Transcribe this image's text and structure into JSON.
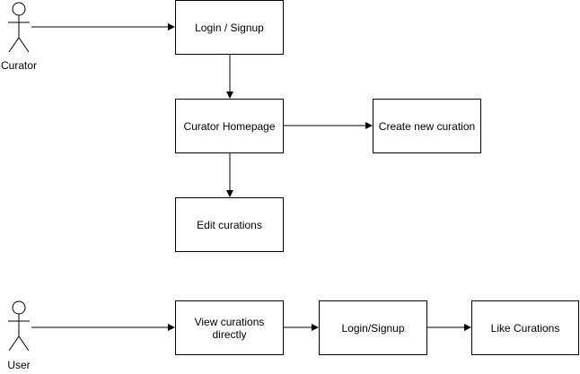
{
  "actors": {
    "curator": "Curator",
    "user": "User"
  },
  "nodes": {
    "login_signup": "Login / Signup",
    "curator_homepage": "Curator Homepage",
    "create_new_curation": "Create new curation",
    "edit_curations": "Edit curations",
    "view_curations_directly": "View curations directly",
    "login_signup_user": "Login/Signup",
    "like_curations": "Like Curations"
  }
}
